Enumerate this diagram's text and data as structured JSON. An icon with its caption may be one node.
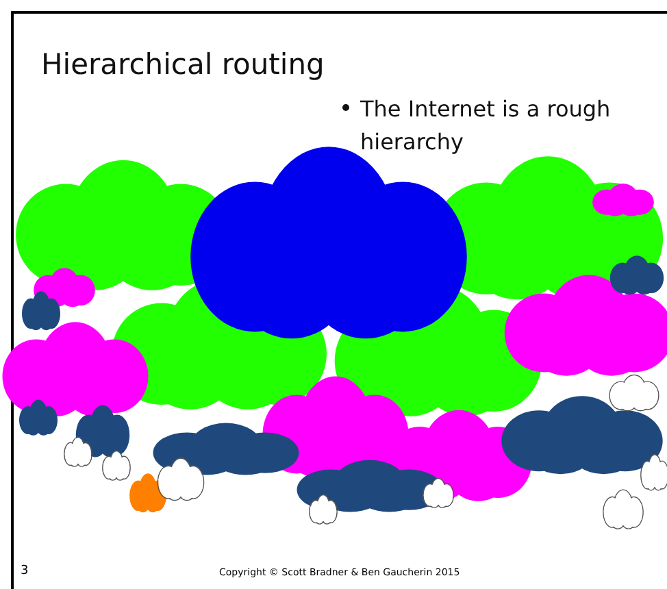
{
  "diagram": {
    "title": "Hierarchical routing",
    "labels": [
      "The Internet is a rough hierarchy",
      "3",
      "Copyright © Scott Bradner & Ben Gaucherin 2015"
    ]
  }
}
